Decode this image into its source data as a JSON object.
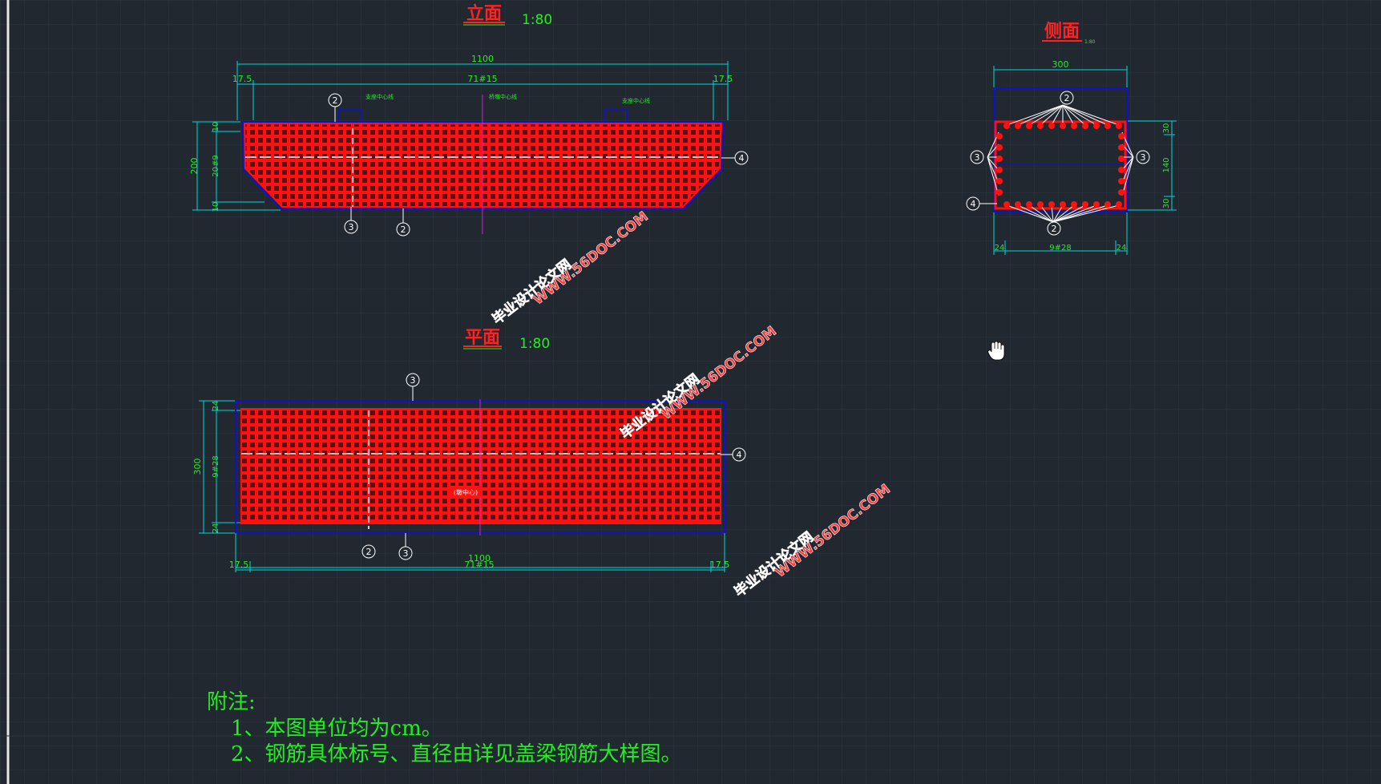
{
  "elevation": {
    "title": "立面",
    "scale": "1:80",
    "dims": {
      "total": "1100",
      "left_end": "17.5",
      "mid": "71#15",
      "right_end": "17.5",
      "height": "200",
      "top": "10",
      "middle": "20#9",
      "bottom": "10"
    },
    "tags": [
      "支座中心线",
      "桥墩中心线",
      "支座中心线"
    ]
  },
  "side": {
    "title": "侧面",
    "scale": "1:80",
    "dims": {
      "width": "300",
      "top": "30",
      "middle": "140",
      "bottom": "30",
      "left": "24",
      "mid": "9#28",
      "right": "24"
    }
  },
  "plan": {
    "title": "平面",
    "scale": "1:80",
    "dims": {
      "total": "1100",
      "left_end": "17.5",
      "mid": "71#15",
      "right_end": "17.5",
      "width": "300",
      "top": "24",
      "middle": "9#28",
      "bottom": "24"
    },
    "center_label": "(墩中心)"
  },
  "watermark": {
    "line1": "毕业设计论文网",
    "line2": "WWW.56DOC.COM"
  },
  "notes": {
    "heading": "附注:",
    "item1": "1、本图单位均为cm。",
    "item2": "2、钢筋具体标号、直径由详见盖梁钢筋大样图。"
  },
  "labels": {
    "n2": "2",
    "n3": "3",
    "n4": "4"
  },
  "colors": {
    "background": "#212830",
    "grid": "#2c3440",
    "rebar": "#ff1111",
    "outline": "#1010d0",
    "dimension": "#00d8d8",
    "text": "#22ee22",
    "title": "#ff2222"
  }
}
